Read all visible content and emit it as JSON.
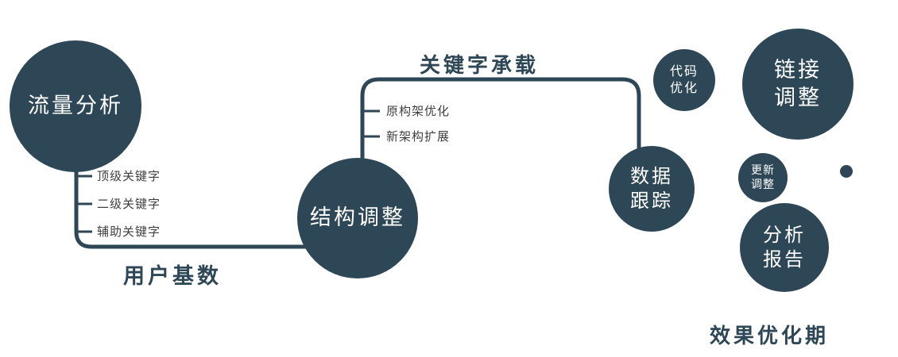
{
  "colors": {
    "primary": "#2e4756",
    "text_dark": "#3f3f3f",
    "node_text": "#ffffff"
  },
  "nodes": {
    "traffic": {
      "label": "流量分析"
    },
    "structure": {
      "label": "结构调整"
    },
    "tracking": {
      "line1": "数据",
      "line2": "跟踪"
    },
    "code": {
      "line1": "代码",
      "line2": "优化"
    },
    "link": {
      "line1": "链接",
      "line2": "调整"
    },
    "update": {
      "line1": "更新",
      "line2": "调整"
    },
    "report": {
      "line1": "分析",
      "line2": "报告"
    }
  },
  "edge_labels": {
    "user_base": "用户基数",
    "keyword_carry": "关键字承载"
  },
  "branches": {
    "traffic": [
      "顶级关键字",
      "二级关键字",
      "辅助关键字"
    ],
    "structure": [
      "原构架优化",
      "新架构扩展"
    ]
  },
  "footer": "效果优化期"
}
